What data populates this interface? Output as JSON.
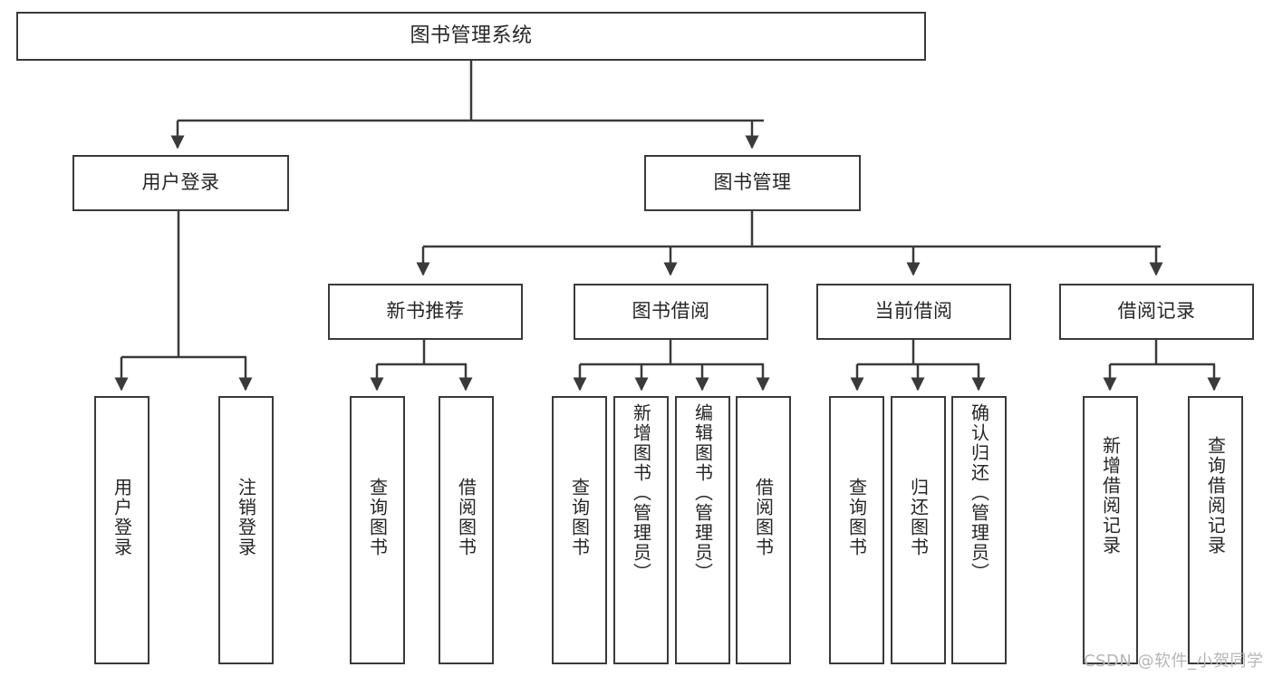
{
  "diagram": {
    "type": "hierarchy-tree",
    "title": "图书管理系统",
    "watermark": "CSDN @软件_小贺同学",
    "colors": {
      "stroke": "#3a3a3a",
      "fill": "#ffffff",
      "text": "#262626",
      "watermark": "#b6b6b6"
    },
    "nodes": {
      "root": {
        "label": "图书管理系统",
        "level": 0
      },
      "l1": [
        {
          "id": "user-login",
          "label": "用户登录"
        },
        {
          "id": "book-manage",
          "label": "图书管理"
        }
      ],
      "l2": [
        {
          "id": "new-book-recommend",
          "label": "新书推荐"
        },
        {
          "id": "book-borrow",
          "label": "图书借阅"
        },
        {
          "id": "current-borrow",
          "label": "当前借阅"
        },
        {
          "id": "borrow-record",
          "label": "借阅记录"
        }
      ],
      "leaves": {
        "user-login": [
          {
            "id": "leaf-user-login",
            "label": "用户登录",
            "align": "middle"
          },
          {
            "id": "leaf-user-logout",
            "label": "注销登录",
            "align": "middle"
          }
        ],
        "new-book-recommend": [
          {
            "id": "leaf-query-book-1",
            "label": "查询图书",
            "align": "middle"
          },
          {
            "id": "leaf-borrow-book-1",
            "label": "借阅图书",
            "align": "middle"
          }
        ],
        "book-borrow": [
          {
            "id": "leaf-query-book-2",
            "label": "查询图书",
            "align": "middle"
          },
          {
            "id": "leaf-add-book-admin",
            "label": "新增图书（管理员）",
            "align": "top"
          },
          {
            "id": "leaf-edit-book-admin",
            "label": "编辑图书（管理员）",
            "align": "top"
          },
          {
            "id": "leaf-borrow-book-2",
            "label": "借阅图书",
            "align": "middle"
          }
        ],
        "current-borrow": [
          {
            "id": "leaf-query-book-3",
            "label": "查询图书",
            "align": "middle"
          },
          {
            "id": "leaf-return-book",
            "label": "归还图书",
            "align": "middle"
          },
          {
            "id": "leaf-confirm-return-admin",
            "label": "确认归还（管理员）",
            "align": "top"
          }
        ],
        "borrow-record": [
          {
            "id": "leaf-add-borrow-record",
            "label": "新增借阅记录",
            "align": "middle"
          },
          {
            "id": "leaf-query-borrow-record",
            "label": "查询借阅记录",
            "align": "middle"
          }
        ]
      }
    }
  }
}
